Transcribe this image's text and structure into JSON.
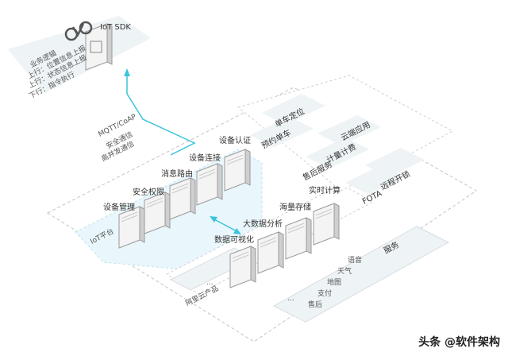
{
  "sdk": {
    "title": "IoT SDK",
    "bullets": [
      "业务逻辑",
      "上行：位置信息上报",
      "上行：状态信息上报",
      "下行：指令执行"
    ]
  },
  "connection": {
    "protocol": "MQTT/CoAP",
    "secure": "安全通信",
    "concurrency": "高并发通信"
  },
  "iot_platform": {
    "label": "IoT平台",
    "modules": [
      "设备管理",
      "安全权限",
      "消息路由",
      "设备连接",
      "设备认证"
    ]
  },
  "data_services": {
    "modules": [
      "数据可视化",
      "大数据分析",
      "海量存储",
      "实时计算"
    ]
  },
  "cloud_apps": {
    "items": [
      "单车定位",
      "云端应用",
      "预约单车",
      "计量计费",
      "售后服务",
      "远程开锁",
      "FOTA"
    ]
  },
  "aliyun_products": {
    "label": "阿里云产品",
    "ellipsis": "..."
  },
  "services": {
    "label": "服务",
    "items": [
      "语音",
      "天气",
      "地图",
      "支付",
      "售后",
      "..."
    ]
  },
  "watermark": "头条 @软件架构",
  "colors": {
    "accent": "#3cc3dc",
    "line": "#b5b5b5",
    "panel": "#eef3f6"
  }
}
